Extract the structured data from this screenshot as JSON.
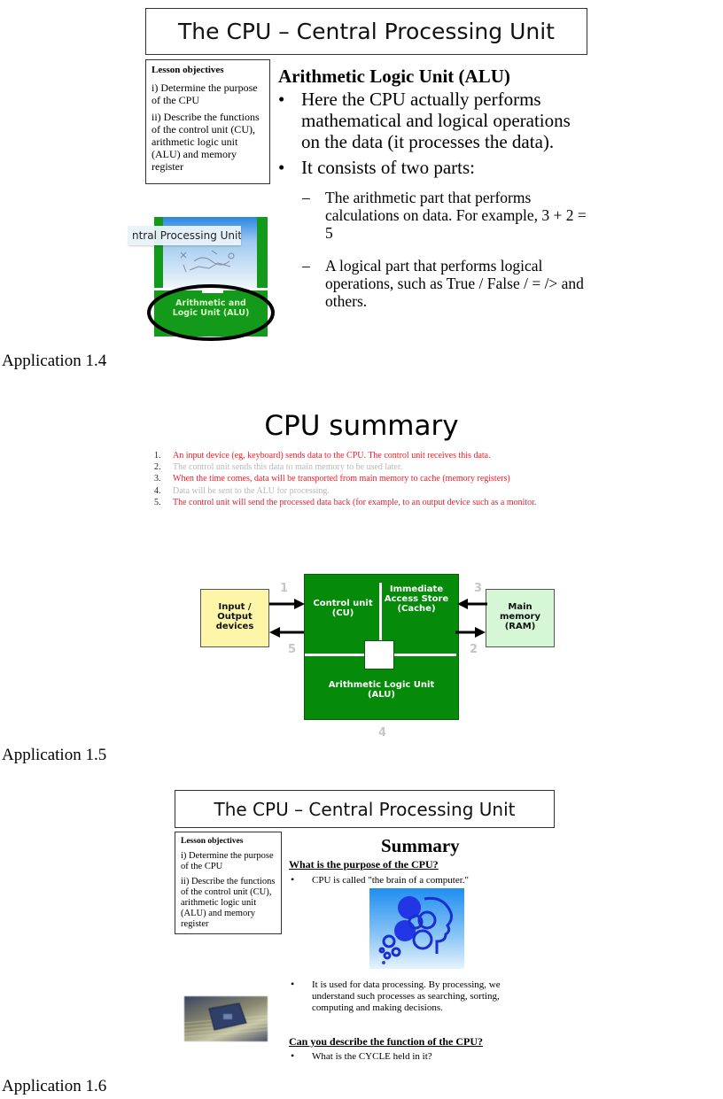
{
  "slide1": {
    "title": "The CPU – Central Processing Unit",
    "objectives": {
      "heading": "Lesson objectives",
      "items": [
        "i) Determine the purpose of the CPU",
        "ii) Describe the functions of the control unit (CU), arithmetic logic unit (ALU) and memory register"
      ]
    },
    "heading": "Arithmetic Logic Unit (ALU)",
    "bullets": [
      "Here the CPU actually performs mathematical and logical operations on the data (it processes the data).",
      "It consists of two parts:"
    ],
    "sub_bullets": [
      "The arithmetic part that performs calculations on data. For example, 3 + 2 = 5",
      "A logical part that performs logical operations, such as True / False / = /> and others."
    ],
    "image": {
      "tooltip": "ntral Processing Unit",
      "label_line1": "Arithmetic and",
      "label_line2": "Logic Unit (ALU)"
    },
    "caption": "Application 1.4"
  },
  "slide2": {
    "title": "CPU summary",
    "steps": [
      {
        "num": "1.",
        "text": "An input device (eg, keyboard) sends data to the CPU. The control unit receives this data.",
        "color": "red"
      },
      {
        "num": "2.",
        "text": "The control unit sends this data to main memory to be used later.",
        "color": "grey"
      },
      {
        "num": "3.",
        "text": "When the time comes, data will be transported from main memory to cache (memory registers)",
        "color": "red"
      },
      {
        "num": "4.",
        "text": "Data will be sent to the ALU for processing.",
        "color": "grey"
      },
      {
        "num": "5.",
        "text": "The control unit will send the processed data back (for example, to an output device such as a monitor.",
        "color": "red"
      }
    ],
    "diagram": {
      "io_line1": "Input /",
      "io_line2": "Output",
      "io_line3": "devices",
      "cu_line1": "Control unit",
      "cu_line2": "(CU)",
      "ias_line1": "Immediate",
      "ias_line2": "Access Store",
      "ias_line3": "(Cache)",
      "alu_line1": "Arithmetic Logic Unit",
      "alu_line2": "(ALU)",
      "mem_line1": "Main",
      "mem_line2": "memory",
      "mem_line3": "(RAM)",
      "arrow_labels": [
        "1",
        "2",
        "3",
        "4",
        "5"
      ],
      "colors": {
        "cpu": "#058a0a",
        "io": "#fdf6a8",
        "memory": "#d6f7d6"
      }
    },
    "caption": "Application 1.5"
  },
  "slide3": {
    "title": "The CPU – Central Processing Unit",
    "objectives": {
      "heading": "Lesson objectives",
      "items": [
        "i) Determine the purpose of the CPU",
        "ii) Describe the functions of the control unit (CU), arithmetic logic unit (ALU) and memory register"
      ]
    },
    "heading": "Summary",
    "question1": "What is the purpose of the CPU?",
    "bullet1": "CPU is called \"the brain of a computer.\"",
    "bullet2": "It is used for data processing. By processing, we understand such processes as searching, sorting, computing and making decisions.",
    "question2": "Can you describe the function of the CPU?",
    "bullet3": "What is the CYCLE held in it?",
    "caption": "Application 1.6"
  }
}
